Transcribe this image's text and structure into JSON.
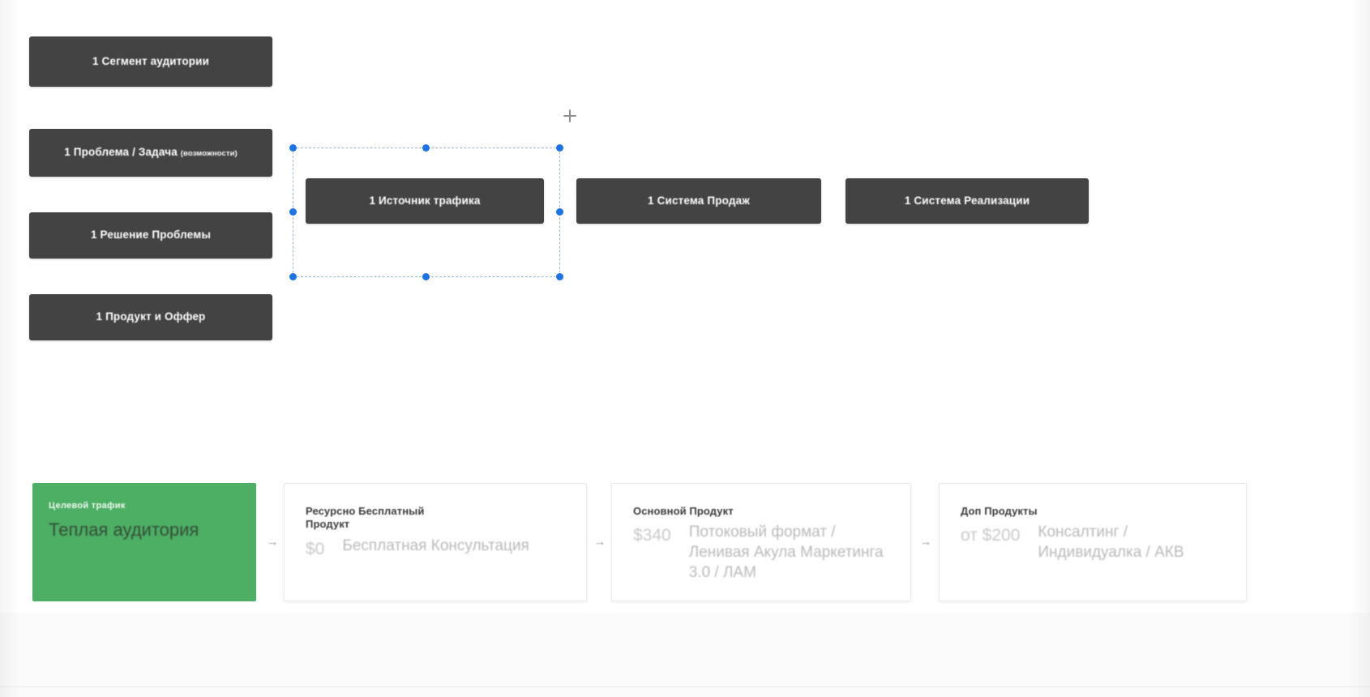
{
  "canvas": {
    "nodes": [
      {
        "id": "segment",
        "label": "1 Сегмент аудитории"
      },
      {
        "id": "problem",
        "label": "1 Проблема / Задача",
        "sub": "(возможности)"
      },
      {
        "id": "solution",
        "label": "1 Решение Проблемы"
      },
      {
        "id": "product",
        "label": "1 Продукт и Оффер"
      },
      {
        "id": "traffic",
        "label": "1 Источник трафика"
      },
      {
        "id": "sales",
        "label": "1 Система Продаж"
      },
      {
        "id": "fulfil",
        "label": "1 Система Реализации"
      }
    ],
    "selection": {
      "selected_node": "1 Источник трафика",
      "handle_color": "#1a73e8",
      "frame_color": "#9fb7d4"
    },
    "add_cursor_icon": "plus-icon"
  },
  "funnel": {
    "arrow_glyph": "→",
    "cards": [
      {
        "id": "audience",
        "type": "audience",
        "kicker": "Целевой трафик",
        "title": "Теплая аудитория",
        "color": "#4CAF63"
      },
      {
        "id": "free",
        "type": "product",
        "kicker": "Ресурсно Бесплатный Продукт",
        "price": "$0",
        "desc": "Бесплатная Консультация"
      },
      {
        "id": "main",
        "type": "product",
        "kicker": "Основной Продукт",
        "price": "$340",
        "desc": "Потоковый формат / Ленивая Акула Маркетинга 3.0 / ЛАМ"
      },
      {
        "id": "extra",
        "type": "product",
        "kicker": "Доп Продукты",
        "price": "от $200",
        "desc": "Консалтинг / Индивидуалка / АКВ"
      }
    ]
  },
  "theme": {
    "node_bg": "#434343",
    "node_text": "#ffffff",
    "page_bg": "#ffffff",
    "accent_green": "#4CAF63",
    "accent_blue": "#1a73e8"
  }
}
